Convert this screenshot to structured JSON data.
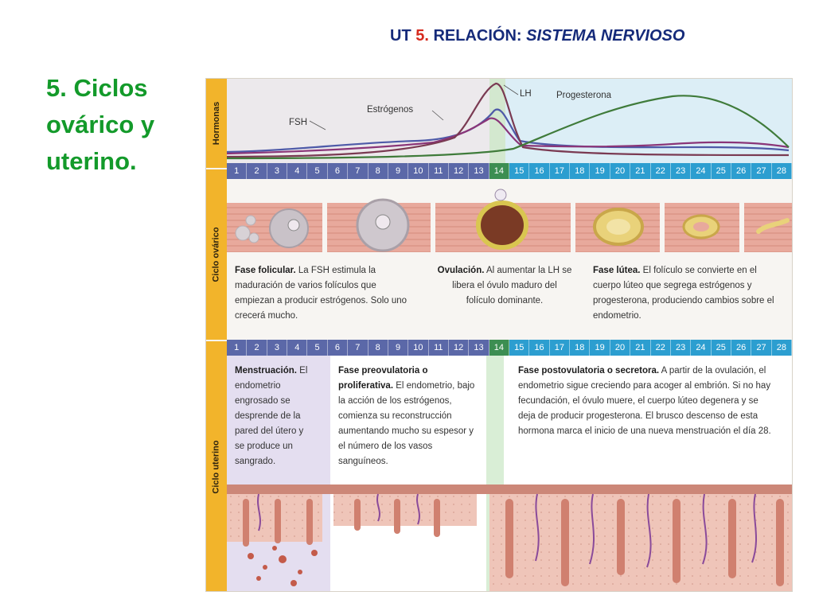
{
  "header": {
    "prefix": "UT ",
    "number": "5.",
    "middle": " RELACIÓN: ",
    "subject": "SISTEMA NERVIOSO"
  },
  "slide_title": "5. Ciclos ovárico y uterino.",
  "figure": {
    "section_labels": {
      "hormones": "Hormonas",
      "ovarian": "Ciclo ovárico",
      "uterine": "Ciclo uterino"
    },
    "hormone_labels": {
      "fsh": "FSH",
      "estrogen": "Estrógenos",
      "lh": "LH",
      "progesterone": "Progesterona"
    },
    "days": [
      "1",
      "2",
      "3",
      "4",
      "5",
      "6",
      "7",
      "8",
      "9",
      "10",
      "11",
      "12",
      "13",
      "14",
      "15",
      "16",
      "17",
      "18",
      "19",
      "20",
      "21",
      "22",
      "23",
      "24",
      "25",
      "26",
      "27",
      "28"
    ],
    "ovarian_phases": {
      "follicular": {
        "title": "Fase folicular.",
        "text": " La FSH estimula la maduración de varios folículos que empiezan a producir estrógenos. Solo uno crecerá mucho."
      },
      "ovulation": {
        "title": "Ovulación.",
        "text": " Al aumentar la LH se libera el óvulo maduro del folículo dominante."
      },
      "luteal": {
        "title": "Fase lútea.",
        "text": " El folículo se convierte en el cuerpo lúteo que segrega estrógenos y progesterona, produciendo cambios sobre el endometrio."
      }
    },
    "uterine_phases": {
      "menstruation": {
        "title": "Menstruación.",
        "text": " El endometrio engrosado se desprende de la pared del útero y se produce un sangrado."
      },
      "proliferative": {
        "title": "Fase preovulatoria o proliferativa.",
        "text": " El endometrio, bajo la acción de los estrógenos, comienza su reconstrucción aumentando mucho su espesor y el número de los vasos sanguíneos."
      },
      "secretory": {
        "title": "Fase postovulatoria o secretora.",
        "text": " A partir de la ovulación, el endometrio sigue creciendo para acoger al embrión. Si no hay fecundación, el óvulo muere, el cuerpo lúteo degenera y se deja de producir progesterona. El brusco descenso de esta hormona marca el inicio de una nueva menstruación el día 28."
      }
    },
    "colors": {
      "fsh": "#4e5aa8",
      "estrogen": "#8a3578",
      "lh": "#7a3a52",
      "progesterone": "#3f7b3a",
      "strip": "#f2b42b",
      "days_early": "#5b68a8",
      "day_ovulation": "#3c8e52",
      "days_late": "#2c9ed0"
    }
  }
}
